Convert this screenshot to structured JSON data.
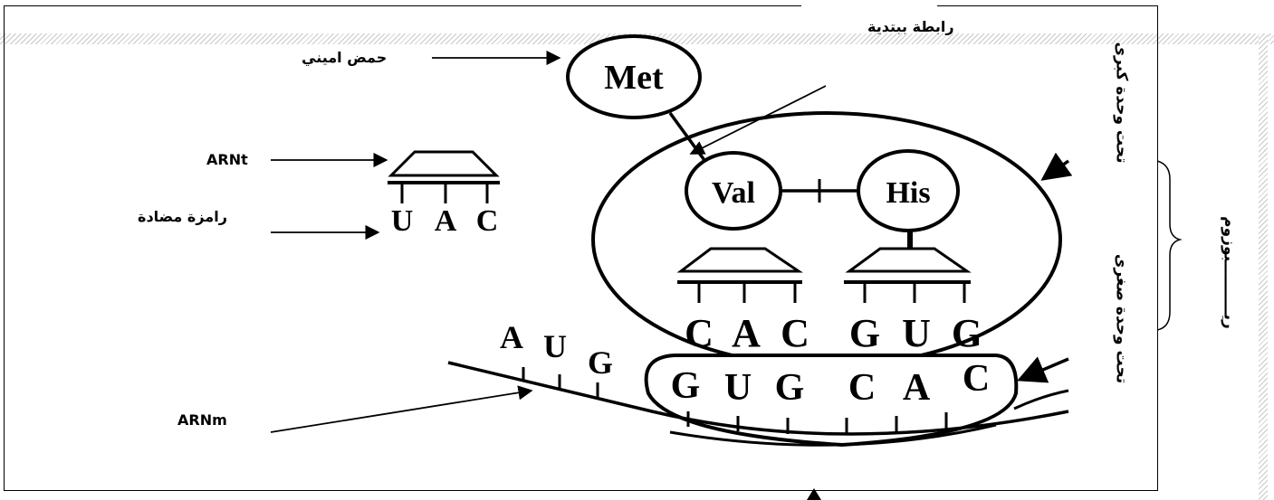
{
  "labels": {
    "amino_acid": "حمض اميني",
    "peptide_bond": "رابطة ببتدية",
    "trna": "ARNt",
    "anticodon": "رامزة مضادة",
    "mrna": "ARNm",
    "large_subunit": "تحت وحدة كبرى",
    "small_subunit": "تحت وحدة صغرى",
    "ribosome": "ريــــــــــبوزوم"
  },
  "amino_acids": [
    "Met",
    "Val",
    "His"
  ],
  "free_trna_anticodon": [
    "U",
    "A",
    "C"
  ],
  "trna_anticodons_in_ribosome": [
    "C",
    "A",
    "C",
    "G",
    "U",
    "G"
  ],
  "mrna_codons_outside": [
    "A",
    "U",
    "G"
  ],
  "mrna_codons_inside": [
    "G",
    "U",
    "G",
    "C",
    "A",
    "C"
  ]
}
